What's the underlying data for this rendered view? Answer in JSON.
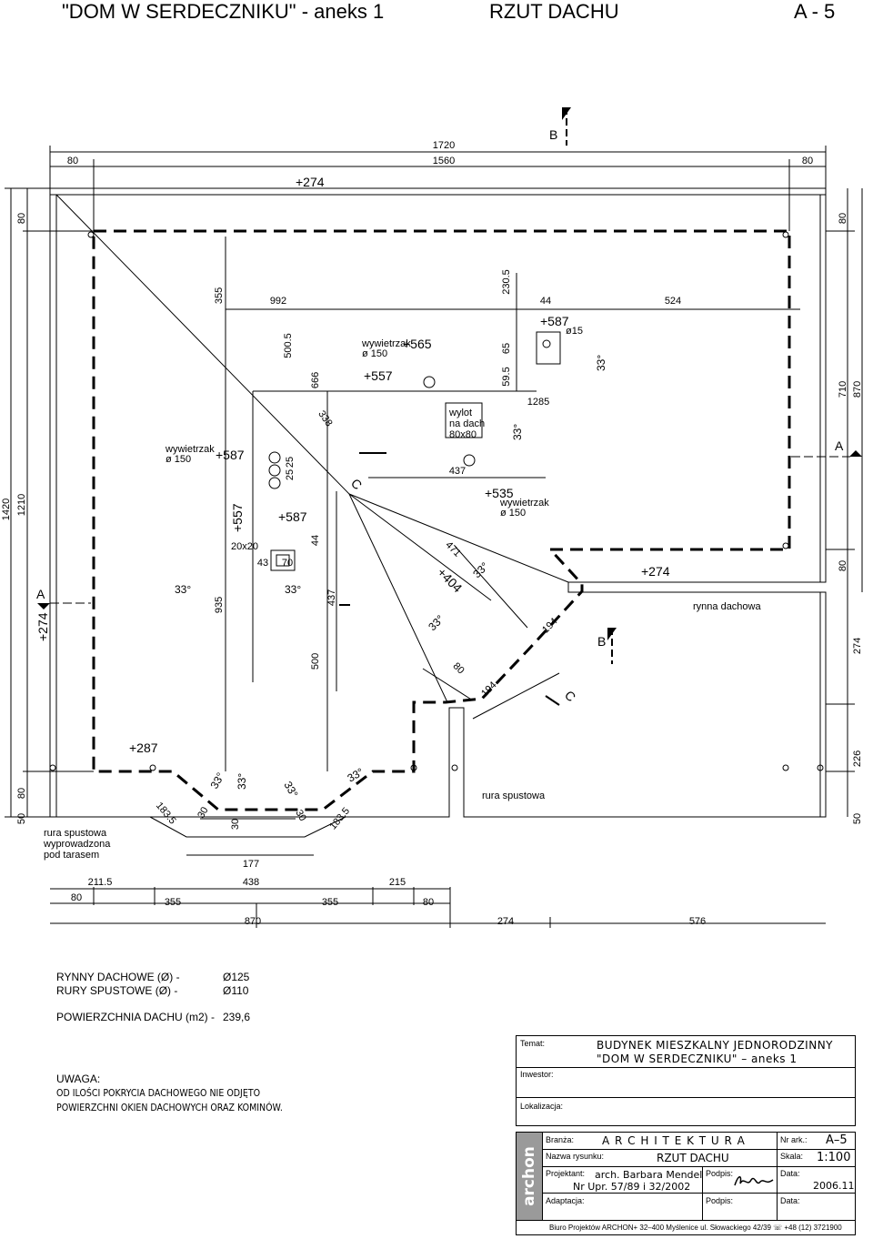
{
  "header": {
    "project": "\"DOM W SERDECZNIKU\" - aneks 1",
    "sheet_title": "RZUT DACHU",
    "sheet_no": "A - 5"
  },
  "dims": {
    "top_total": "1720",
    "top_inner": "1560",
    "top_left": "80",
    "top_right": "80",
    "left_total": "1420",
    "left_inner": "1210",
    "left_top": "80",
    "left_bottom": "80",
    "left_bottom2": "50",
    "right_80a": "80",
    "right_710": "710",
    "right_870": "870",
    "right_80b": "80",
    "right_274": "274",
    "right_226": "226",
    "right_50": "50",
    "d355": "355",
    "d992": "992",
    "d5005": "500.5",
    "d666": "666",
    "d338": "338",
    "d2305": "230.5",
    "d65": "65",
    "d595": "59.5",
    "d44a": "44",
    "d524": "524",
    "d1285": "1285",
    "d437a": "437",
    "d471": "471",
    "d935": "935",
    "d500": "500",
    "d437b": "437",
    "d44b": "44",
    "d43": "43",
    "d70": "70",
    "d25a": "25",
    "d25b": "25",
    "d194a": "194",
    "d194b": "194",
    "d80": "80",
    "d1835a": "183.5",
    "d1835b": "183.5",
    "d30a": "30",
    "d30b": "30",
    "d30c": "30",
    "b177": "177",
    "b2115": "211.5",
    "b438": "438",
    "b215": "215",
    "b80a": "80",
    "b355a": "355",
    "b355b": "355",
    "b80b": "80",
    "b870": "870",
    "b274": "274",
    "b576": "576"
  },
  "levels": {
    "top274": "+274",
    "left274": "+274",
    "right274": "+274",
    "l587": "+587",
    "l557a": "+557",
    "l587b": "+587",
    "l565": "+565",
    "l557b": "+557",
    "l587c": "+587",
    "l535": "+535",
    "l404": "+404",
    "l287": "+287"
  },
  "labels": {
    "wyw1a": "wywietrzak",
    "wyw1b": "ø  150",
    "wyw2a": "wywietrzak",
    "wyw2b": "ø  150",
    "wyw3a": "wywietrzak",
    "wyw3b": "ø  150",
    "wylot1": "wylot",
    "wylot2": "na  dach",
    "wylot3": "80x80",
    "phi15": "ø15",
    "sq20": "20x20",
    "rynna": "rynna  dachowa",
    "rura": "rura  spustowa",
    "rura2a": "rura  spustowa",
    "rura2b": "wyprowadzona",
    "rura2c": "pod  tarasem",
    "secA_l": "A",
    "secA_r": "A",
    "secB_t": "B",
    "secB_m": "B",
    "secC_t": "C",
    "secC_b": "C"
  },
  "pitches": {
    "p1": "33°",
    "p2": "33°",
    "p3": "33°",
    "p4": "33°",
    "p5": "33°",
    "p6": "33°",
    "p7": "33°",
    "p8": "33°",
    "p9": "33°",
    "p10": "33°"
  },
  "notes": {
    "gutters_label": "RYNNY DACHOWE (Ø) -",
    "gutters_value": "Ø125",
    "downpipes_label": "RURY SPUSTOWE (Ø) -",
    "downpipes_value": "Ø110",
    "area_label": "POWIERZCHNIA DACHU (m2) -",
    "area_value": "239,6",
    "uwaga_title": "UWAGA:",
    "uwaga_line1": "OD  ILOŚCI  POKRYCIA  DACHOWEGO  NIE  ODJĘTO",
    "uwaga_line2": "POWIERZCHNI  OKIEN  DACHOWYCH  ORAZ  KOMINÓW."
  },
  "title_block": {
    "temat_label": "Temat:",
    "temat_line1": "BUDYNEK  MIESZKALNY  JEDNORODZINNY",
    "temat_line2": "\"DOM  W  SERDECZNIKU\"  –  aneks  1",
    "inwestor_label": "Inwestor:",
    "lokalizacja_label": "Lokalizacja:",
    "logo": "archon",
    "branza_label": "Branża:",
    "branza": "A R C H I T E K T U R A",
    "nr_ark_label": "Nr ark.:",
    "nr_ark": "A–5",
    "nazwa_label": "Nazwa rysunku:",
    "nazwa": "RZUT  DACHU",
    "skala_label": "Skala:",
    "skala": "1:100",
    "projektant_label": "Projektant:",
    "projektant": "arch.  Barbara  Mendel",
    "nr_upr": "Nr  Upr.  57/89  i  32/2002",
    "podpis_label": "Podpis:",
    "data_label": "Data:",
    "data": "2006.11",
    "adaptacja_label": "Adaptacja:",
    "podpis2_label": "Podpis:",
    "data2_label": "Data:",
    "footer": "Biuro  Projektów  ARCHON+    32–400  Myślenice  ul.  Słowackiego  42/39    ☏  +48  (12)  3721900"
  }
}
